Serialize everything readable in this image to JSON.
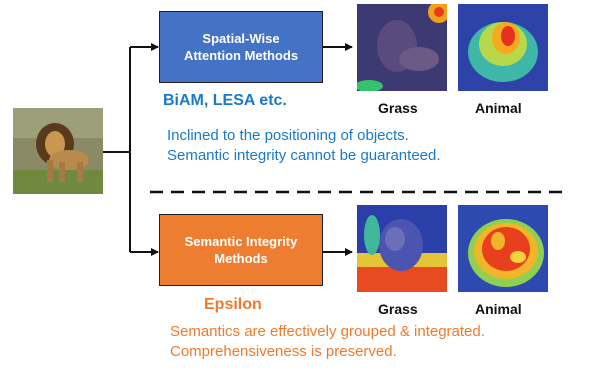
{
  "colors": {
    "spatial_box": "#4472c4",
    "semantic_box": "#ed7d31",
    "spatial_text": "#1a7ac8",
    "semantic_text": "#f07a2a",
    "line": "#111111"
  },
  "input_image": {
    "icon": "lion-photo"
  },
  "top_branch": {
    "box_line1": "Spatial-Wise",
    "box_line2": "Attention Methods",
    "methods": "BiAM, LESA etc.",
    "map1_label": "Grass",
    "map2_label": "Animal",
    "desc_line1": "Inclined to the positioning of objects.",
    "desc_line2": "Semantic integrity cannot be guaranteed."
  },
  "bottom_branch": {
    "box_line1": "Semantic Integrity",
    "box_line2": "Methods",
    "methods": "Epsilon",
    "map1_label": "Grass",
    "map2_label": "Animal",
    "desc_line1": "Semantics are effectively grouped & integrated.",
    "desc_line2": "Comprehensiveness is preserved."
  }
}
